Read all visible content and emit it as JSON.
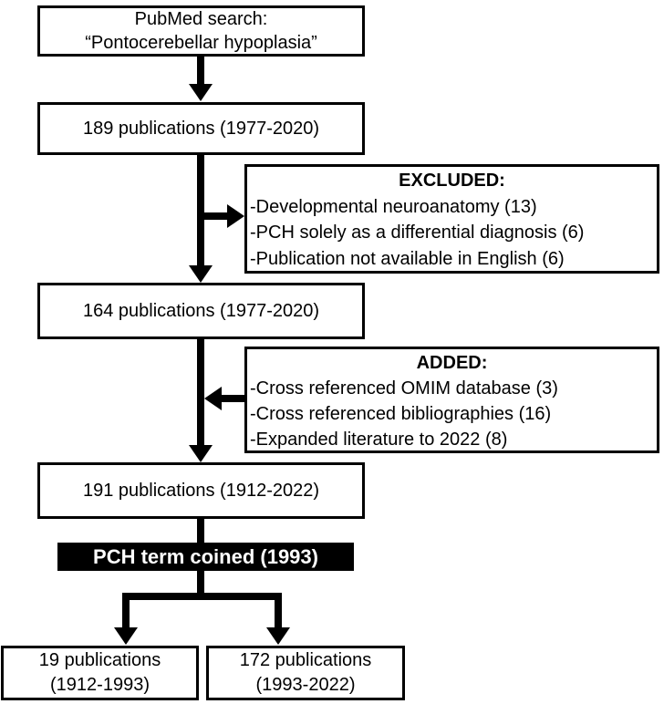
{
  "flowchart": {
    "title_box": {
      "line1": "PubMed search:",
      "line2": "“Pontocerebellar hypoplasia”"
    },
    "box_189": {
      "label": "189 publications (1977-2020)"
    },
    "excluded": {
      "title": "EXCLUDED:",
      "items": [
        "-Developmental neuroanatomy (13)",
        "-PCH solely as a differential diagnosis (6)",
        "-Publication not available in English (6)"
      ]
    },
    "box_164": {
      "label": "164 publications (1977-2020)"
    },
    "added": {
      "title": "ADDED:",
      "items": [
        "-Cross referenced OMIM database (3)",
        "-Cross referenced bibliographies (16)",
        "-Expanded literature to 2022 (8)"
      ]
    },
    "box_191": {
      "label": "191 publications (1912-2022)"
    },
    "milestone": {
      "label": "PCH term coined (1993)"
    },
    "result_left": {
      "line1": "19 publications",
      "line2": "(1912-1993)"
    },
    "result_right": {
      "line1": "172 publications",
      "line2": "(1993-2022)"
    },
    "colors": {
      "line_and_border": "#000000",
      "box_background": "#ffffff",
      "milestone_background": "#000000",
      "milestone_text": "#ffffff"
    }
  }
}
